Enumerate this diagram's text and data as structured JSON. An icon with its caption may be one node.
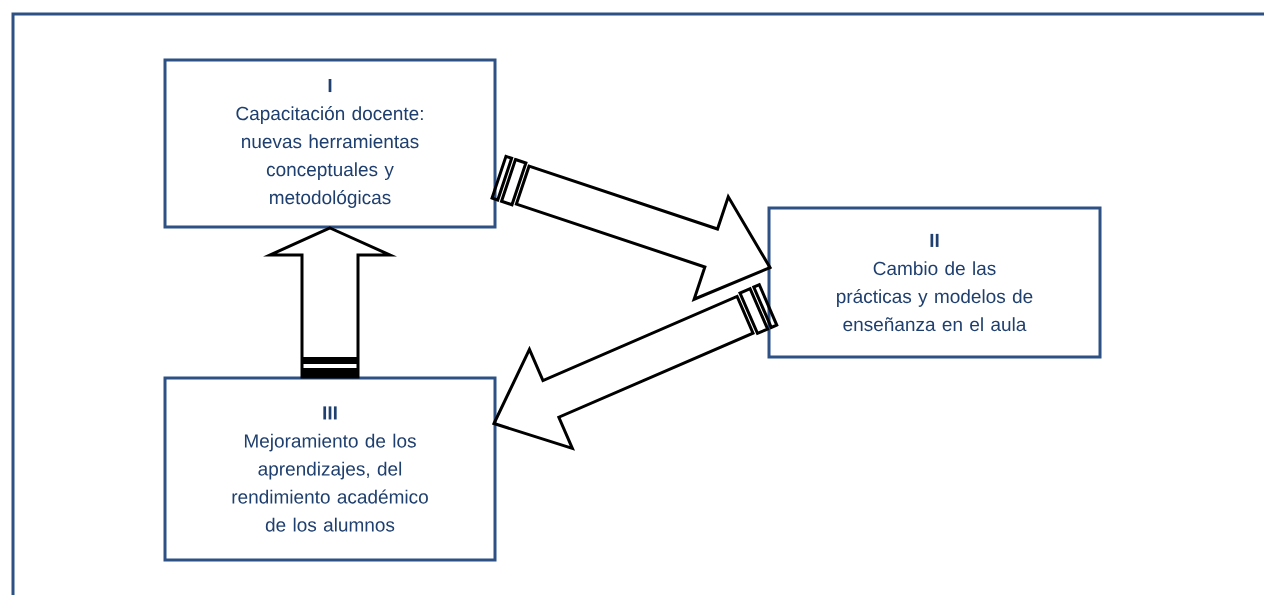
{
  "diagram": {
    "nodes": [
      {
        "text": [
          "I",
          "Capacitación docente: nuevas herramientas conceptuales y metodológicas"
        ]
      },
      {
        "text": [
          "II",
          "Cambio de las prácticas y modelos de enseñanza en el aula"
        ]
      },
      {
        "text": [
          "III",
          "Mejoramiento de los aprendizajes, del rendimiento académico de los alumnos"
        ]
      }
    ],
    "edges": [
      {
        "from": 0,
        "to": 1,
        "arrow": "to"
      },
      {
        "from": 1,
        "to": 2,
        "arrow": "to"
      },
      {
        "from": 2,
        "to": 0,
        "arrow": "to"
      }
    ]
  }
}
